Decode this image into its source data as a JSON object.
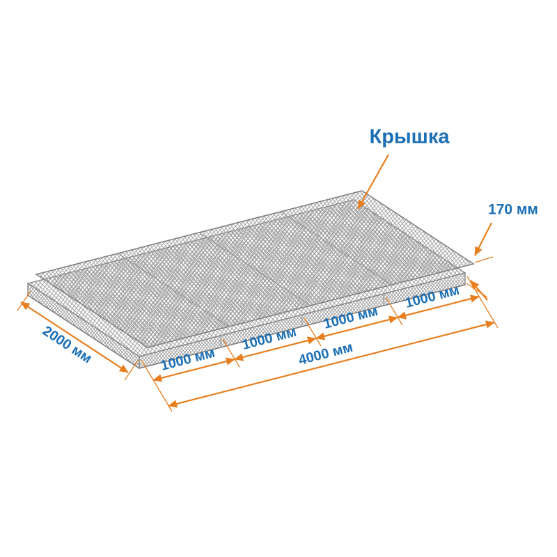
{
  "diagram": {
    "part_label": "Крышка",
    "dimensions": {
      "height": "170 мм",
      "width": "2000 мм",
      "length_total": "4000 мм",
      "segments": [
        "1000 мм",
        "1000 мм",
        "1000 мм",
        "1000 мм"
      ]
    },
    "colors": {
      "dimension_line": "#e87e1e",
      "label_text": "#1b6fb5",
      "mesh_wire": "#9a9a9a",
      "background": "#ffffff"
    }
  }
}
